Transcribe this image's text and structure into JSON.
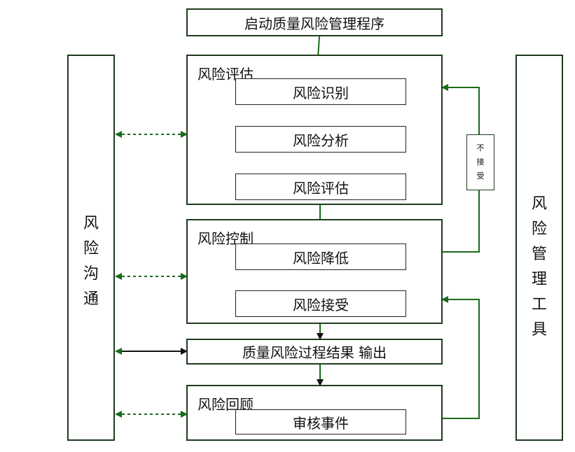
{
  "start": "启动质量风险管理程序",
  "assessment": {
    "label": "风险评估",
    "steps": [
      "风险识别",
      "风险分析",
      "风险评估"
    ]
  },
  "control": {
    "label": "风险控制",
    "steps": [
      "风险降低",
      "风险接受"
    ]
  },
  "output": "质量风险过程结果 输出",
  "review": {
    "label": "风险回顾",
    "step": "审核事件"
  },
  "communication": [
    "风",
    "险",
    "沟",
    "通"
  ],
  "tools": [
    "风",
    "险",
    "管",
    "理",
    "工",
    "具"
  ],
  "feedback": [
    "不",
    "接",
    "受"
  ],
  "colors": {
    "border": "#1f3a1f",
    "arrow_green": "#1a6b1a",
    "arrow_black": "#111111"
  }
}
